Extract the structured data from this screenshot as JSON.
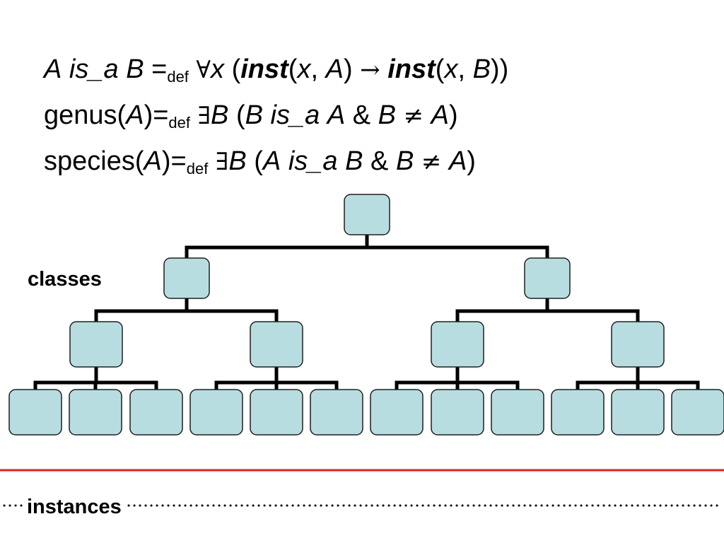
{
  "formulas": {
    "isa": {
      "a1": "A",
      "isa": "is_a",
      "b1": "B",
      "eq": "=",
      "def": "def",
      "forall": "∀",
      "x1": "x",
      "open1": "(",
      "inst1": "inst",
      "args1_open": "(",
      "x2": "x",
      "comma1": ", ",
      "a2": "A",
      "args1_close": ")",
      "arrow": "→",
      "inst2": "inst",
      "args2_open": "(",
      "x3": "x",
      "comma2": ", ",
      "b2": "B",
      "close2": "))"
    },
    "genus": {
      "fn": "genus(",
      "a1": "A",
      "fn_close": ")",
      "eq": "=",
      "def": "def",
      "exists": "∃",
      "b1": "B",
      "open": "(",
      "b2": "B",
      "isa": "is_a",
      "a2": "A",
      "amp": "&",
      "b3": "B",
      "neq": "≠",
      "a3": "A",
      "close": ")"
    },
    "species": {
      "fn": "species(",
      "a1": "A",
      "fn_close": ")",
      "eq": "=",
      "def": "def",
      "exists": "∃",
      "b1": "B",
      "open": "(",
      "a2": "A",
      "isa": "is_a",
      "b2": "B",
      "amp": "&",
      "b3": "B",
      "neq": "≠",
      "a3": "A",
      "close": ")"
    }
  },
  "labels": {
    "classes": "classes",
    "instances": "instances"
  },
  "colors": {
    "node_fill": "#b8dde1",
    "node_stroke": "#1f1f1f",
    "connector": "#000000",
    "separator": "#e02020",
    "dotted": "#000000"
  },
  "tree": {
    "levels": 4,
    "branching": [
      2,
      2,
      3
    ]
  }
}
